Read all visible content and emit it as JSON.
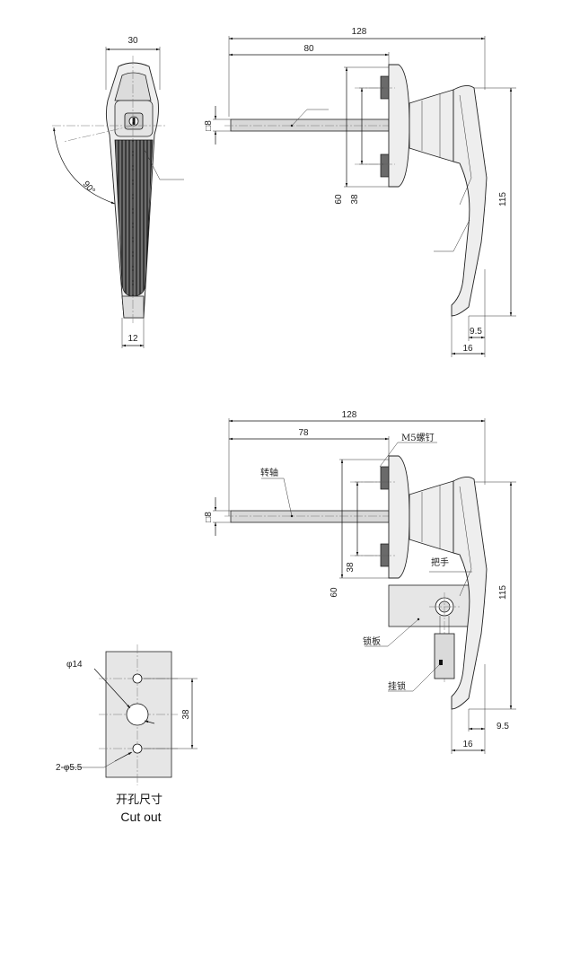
{
  "top_front": {
    "width": "30",
    "bottom_width": "12",
    "angle": "90°"
  },
  "top_side": {
    "total": "128",
    "shaft": "80",
    "square": "□8",
    "h60": "60",
    "h38": "38",
    "height": "115",
    "offset": "9.5",
    "depth": "16"
  },
  "bottom_side": {
    "total": "128",
    "shaft": "78",
    "square": "□8",
    "h60": "60",
    "h38": "38",
    "height": "115",
    "offset": "9.5",
    "depth": "16",
    "labels": {
      "screw": "M5螺钉",
      "shaft": "转轴",
      "handle": "把手",
      "plate": "锁板",
      "padlock": "挂锁"
    }
  },
  "cutout": {
    "dia14": "φ14",
    "spacing": "38",
    "holes": "2-φ5.5",
    "caption_cn": "开孔尺寸",
    "caption_en": "Cut out"
  }
}
